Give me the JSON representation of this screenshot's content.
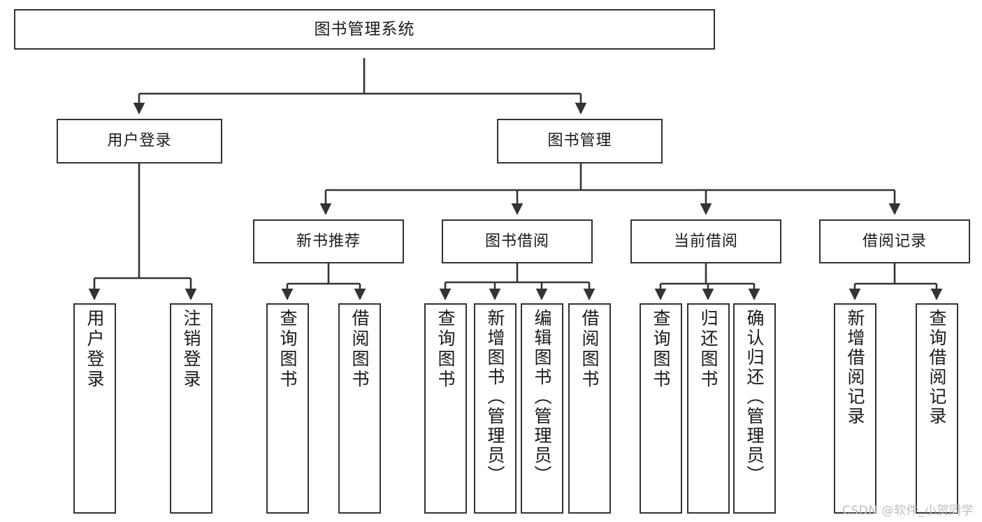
{
  "diagram": {
    "title": "图书管理系统",
    "watermark": "CSDN @软件_小贺同学",
    "colors": {
      "box_border": "#333333",
      "box_fill": "#ffffff",
      "text": "#1a1a1a",
      "connector": "#333333",
      "watermark": "#bdbdbd",
      "background": "#ffffff"
    },
    "root": {
      "label": "图书管理系统"
    },
    "level2": [
      {
        "label": "用户登录"
      },
      {
        "label": "图书管理"
      }
    ],
    "level3": [
      {
        "label": "新书推荐"
      },
      {
        "label": "图书借阅"
      },
      {
        "label": "当前借阅"
      },
      {
        "label": "借阅记录"
      }
    ],
    "leaves": {
      "user_login": [
        {
          "label": "用户登录"
        },
        {
          "label": "注销登录"
        }
      ],
      "new_book_recommend": [
        {
          "label": "查询图书"
        },
        {
          "label": "借阅图书"
        }
      ],
      "book_borrow": [
        {
          "label": "查询图书"
        },
        {
          "label": "新增图书（管理员）"
        },
        {
          "label": "编辑图书（管理员）"
        },
        {
          "label": "借阅图书"
        }
      ],
      "current_borrow": [
        {
          "label": "查询图书"
        },
        {
          "label": "归还图书"
        },
        {
          "label": "确认归还（管理员）"
        }
      ],
      "borrow_records": [
        {
          "label": "新增借阅记录"
        },
        {
          "label": "查询借阅记录"
        }
      ]
    }
  }
}
